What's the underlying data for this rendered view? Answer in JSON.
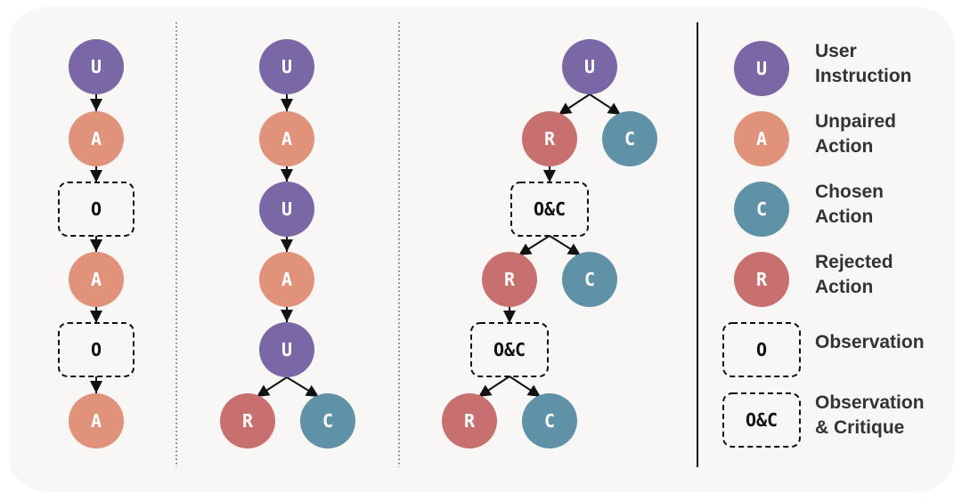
{
  "colors": {
    "user": "#7a67a6",
    "unpaired": "#e0937a",
    "chosen": "#5f92a6",
    "rejected": "#c8706f",
    "node_text": "#ffffff",
    "box_text": "#111111",
    "edge": "#111111"
  },
  "nodes": {
    "user": "U",
    "unpaired": "A",
    "chosen": "C",
    "rejected": "R",
    "observation": "O",
    "observation_critique": "O&C"
  },
  "legend": {
    "user": [
      "User",
      "Instruction"
    ],
    "unpaired": [
      "Unpaired",
      "Action"
    ],
    "chosen": [
      "Chosen",
      "Action"
    ],
    "rejected": [
      "Rejected",
      "Action"
    ],
    "observation": [
      "Observation"
    ],
    "observation_critique": [
      "Observation",
      "& Critique"
    ]
  }
}
